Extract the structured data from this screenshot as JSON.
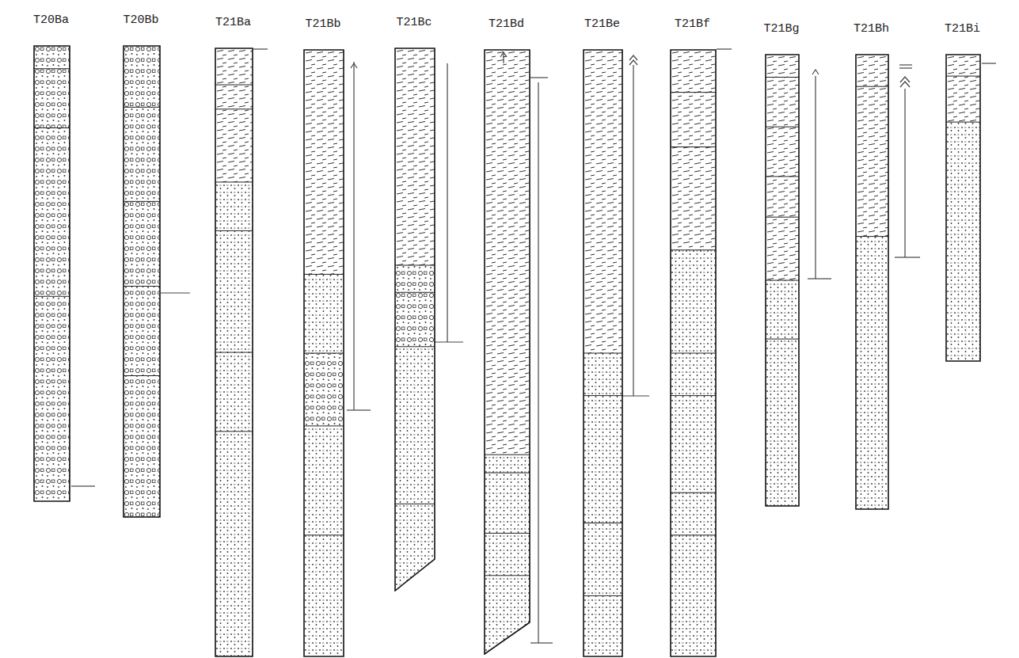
{
  "diagram": {
    "nodes": [
      {
        "text": [
          "T20Ba"
        ]
      },
      {
        "text": [
          "T20Bb"
        ]
      },
      {
        "text": [
          "T21Ba"
        ]
      },
      {
        "text": [
          "T21Bb"
        ]
      },
      {
        "text": [
          "T21Bc"
        ]
      },
      {
        "text": [
          "T21Bd"
        ]
      },
      {
        "text": [
          "T21Be"
        ]
      },
      {
        "text": [
          "T21Bf"
        ]
      },
      {
        "text": [
          "T21Bg"
        ]
      },
      {
        "text": [
          "T21Bh"
        ]
      },
      {
        "text": [
          "T21Bi"
        ]
      }
    ]
  }
}
